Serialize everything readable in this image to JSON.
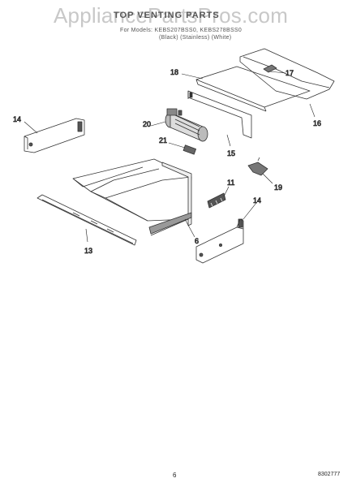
{
  "watermark": "AppliancePartsPros.com",
  "header": {
    "title": "TOP VENTING PARTS",
    "models": "For Models: KEBS207BSS0, KEBS278BSS0",
    "colors": "(Black)    (Stainless) (White)"
  },
  "callouts": [
    {
      "id": "part-6",
      "label": "6"
    },
    {
      "id": "part-11",
      "label": "11"
    },
    {
      "id": "part-13",
      "label": "13"
    },
    {
      "id": "part-14a",
      "label": "14"
    },
    {
      "id": "part-14b",
      "label": "14"
    },
    {
      "id": "part-15",
      "label": "15"
    },
    {
      "id": "part-16",
      "label": "16"
    },
    {
      "id": "part-17",
      "label": "17"
    },
    {
      "id": "part-18",
      "label": "18"
    },
    {
      "id": "part-19",
      "label": "19"
    },
    {
      "id": "part-20",
      "label": "20"
    },
    {
      "id": "part-21",
      "label": "21"
    }
  ],
  "footer": {
    "page_number": "6",
    "document_number": "8302777"
  }
}
